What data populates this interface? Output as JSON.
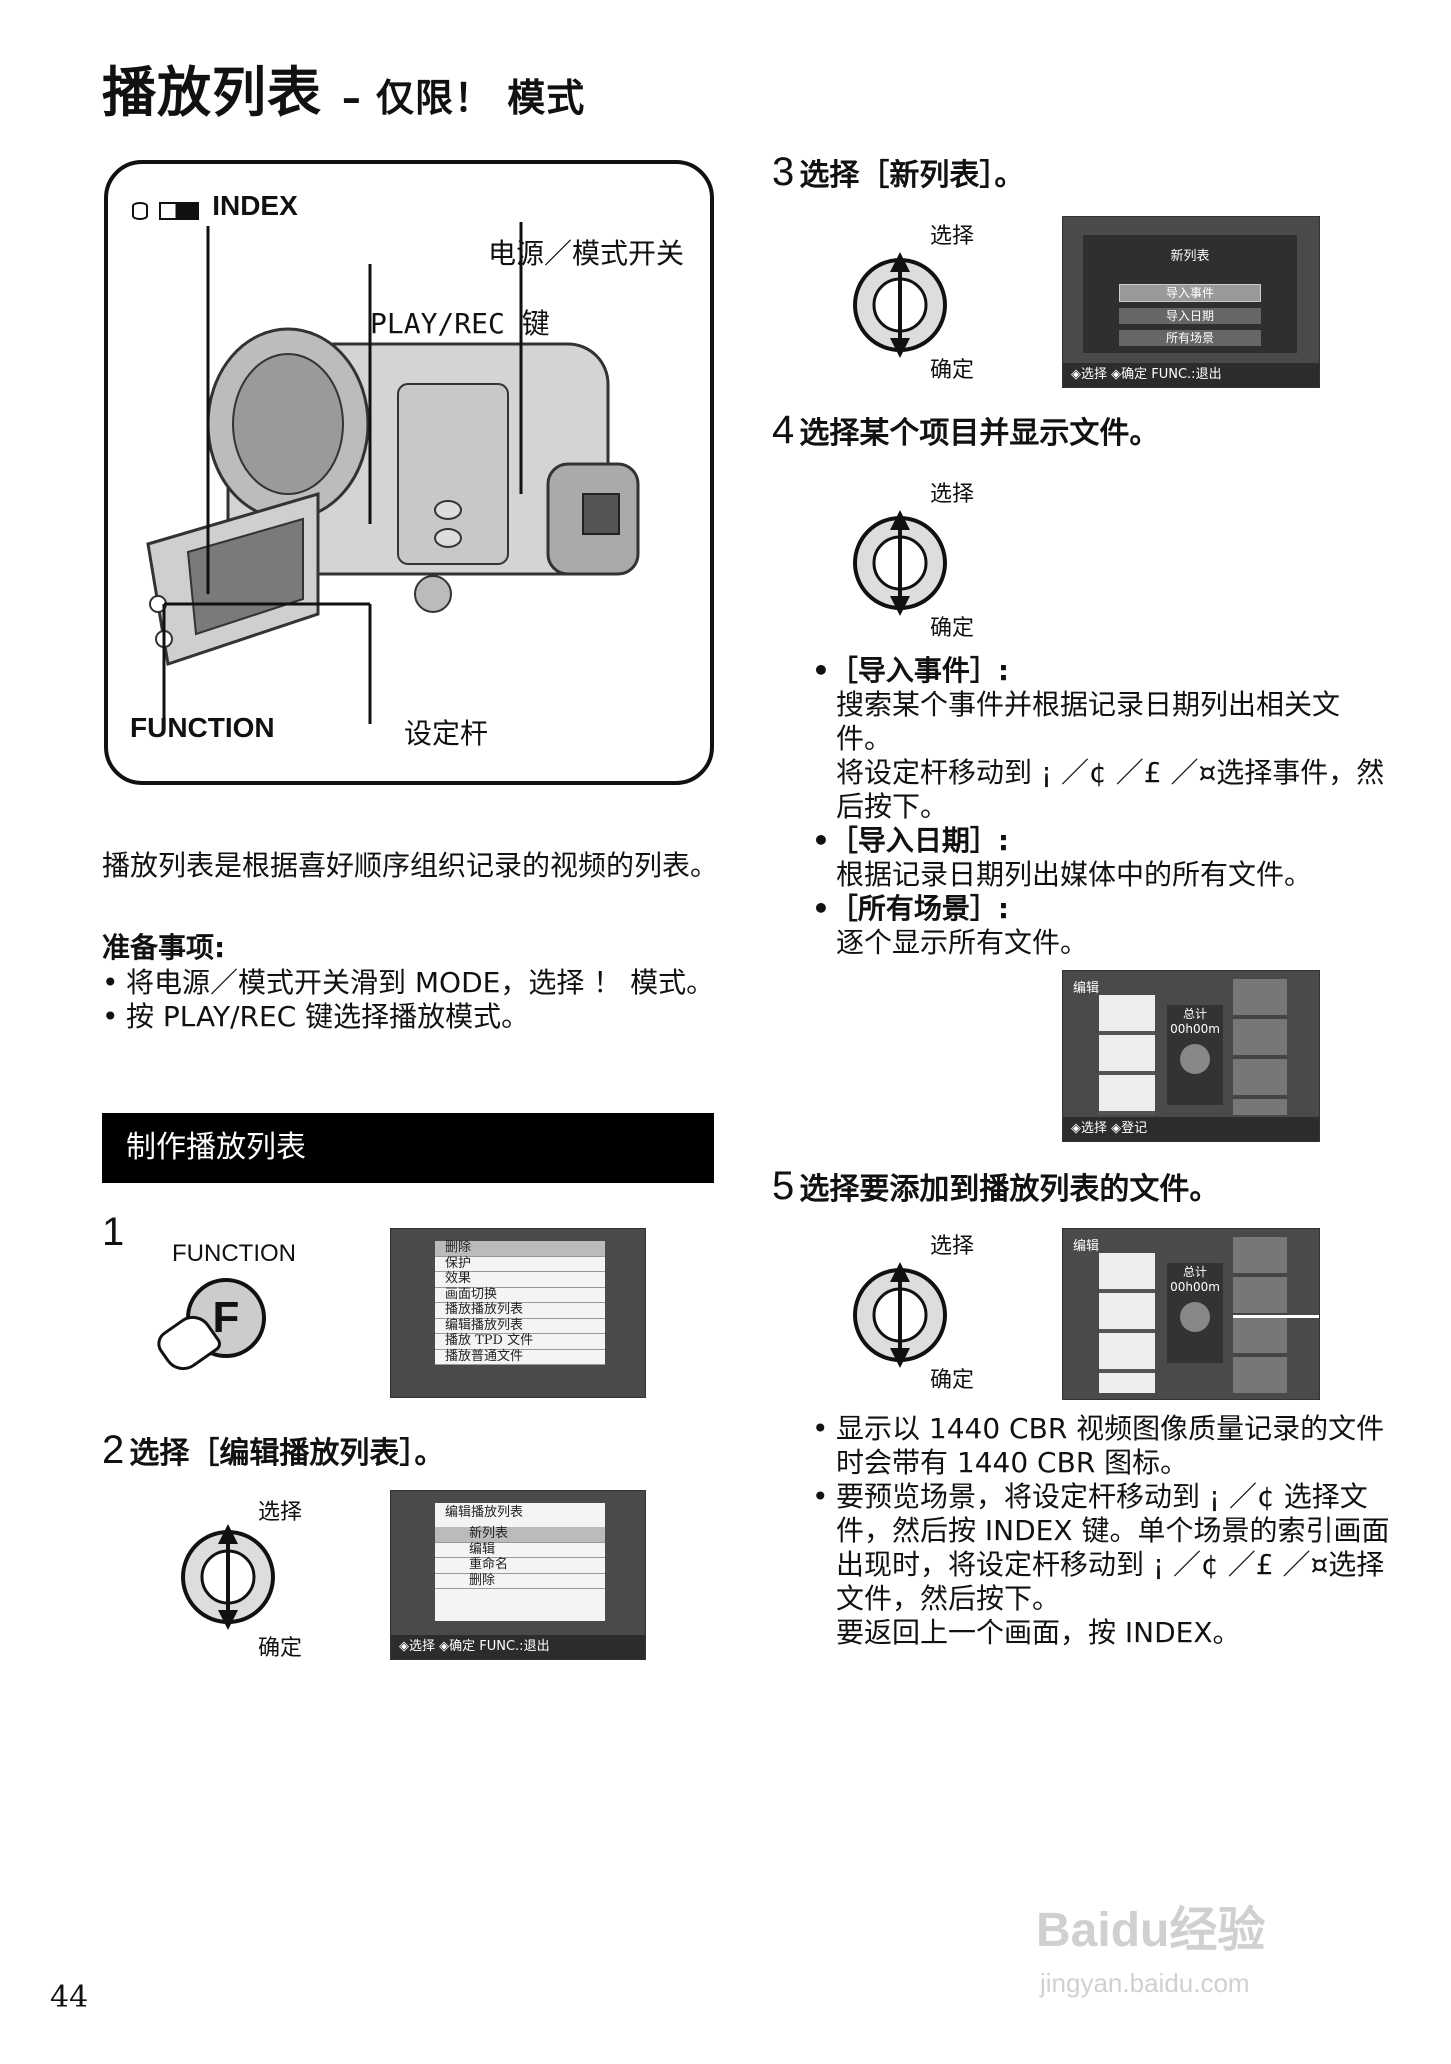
{
  "title": {
    "main": "播放列表",
    "sub": "– 仅限！ 模式"
  },
  "diagram": {
    "index_label": "INDEX",
    "power_label": "电源／模式开关",
    "playrec_label": "PLAY/REC 键",
    "function_label": "FUNCTION",
    "lever_label": "设定杆"
  },
  "intro": "播放列表是根据喜好顺序组织记录的视频的列表。",
  "prep": {
    "heading": "准备事项:",
    "items": [
      "将电源／模式开关滑到 MODE，选择 ！ 模式。",
      "按 PLAY/REC 键选择播放模式。"
    ]
  },
  "section_title": "制作播放列表",
  "step1": {
    "num": "1",
    "button_label": "FUNCTION",
    "button_letter": "F",
    "menu": [
      "删除",
      "保护",
      "效果",
      "画面切换",
      "播放播放列表",
      "编辑播放列表",
      "播放 TPD 文件",
      "播放普通文件"
    ]
  },
  "step2": {
    "num": "2",
    "text": "选择［编辑播放列表］。",
    "select": "选择",
    "confirm": "确定",
    "screen_title": "编辑播放列表",
    "menu": [
      "新列表",
      "编辑",
      "重命名",
      "删除"
    ],
    "footer": "◈选择   ◈确定   FUNC.:退出"
  },
  "step3": {
    "num": "3",
    "text": "选择［新列表］。",
    "select": "选择",
    "confirm": "确定",
    "screen_title": "新列表",
    "menu": [
      "导入事件",
      "导入日期",
      "所有场景"
    ],
    "footer": "◈选择   ◈确定   FUNC.:退出"
  },
  "step4": {
    "num": "4",
    "text": "选择某个项目并显示文件。",
    "select": "选择",
    "confirm": "确定",
    "options": [
      {
        "name": "•［导入事件］:",
        "desc": [
          "搜索某个事件并根据记录日期列出相关文件。",
          "将设定杆移动到 ¡ ／¢ ／£ ／¤选择事件，然后按下。"
        ]
      },
      {
        "name": "•［导入日期］:",
        "desc": [
          "根据记录日期列出媒体中的所有文件。"
        ]
      },
      {
        "name": "•［所有场景］:",
        "desc": [
          "逐个显示所有文件。"
        ]
      }
    ],
    "screen_title": "编辑",
    "total_label": "总计",
    "total_time": "00h00m",
    "footer": "◈选择   ◈登记"
  },
  "step5": {
    "num": "5",
    "text": "选择要添加到播放列表的文件。",
    "select": "选择",
    "confirm": "确定",
    "screen_title": "编辑",
    "total_label": "总计",
    "total_time": "00h00m",
    "notes": [
      "显示以 1440 CBR 视频图像质量记录的文件时会带有 1440 CBR 图标。",
      "要预览场景，将设定杆移动到 ¡ ／¢ 选择文件，然后按 INDEX 键。单个场景的索引画面出现时，将设定杆移动到 ¡ ／¢ ／£ ／¤选择文件，然后按下。"
    ],
    "return_note": "要返回上一个画面，按 INDEX。"
  },
  "page_number": "44",
  "watermark": {
    "brand": "Baidu经验",
    "url": "jingyan.baidu.com"
  },
  "colors": {
    "screen_bg": "#4a4a4a",
    "menu_bg": "#f4f4f4",
    "section_bar": "#000000"
  }
}
